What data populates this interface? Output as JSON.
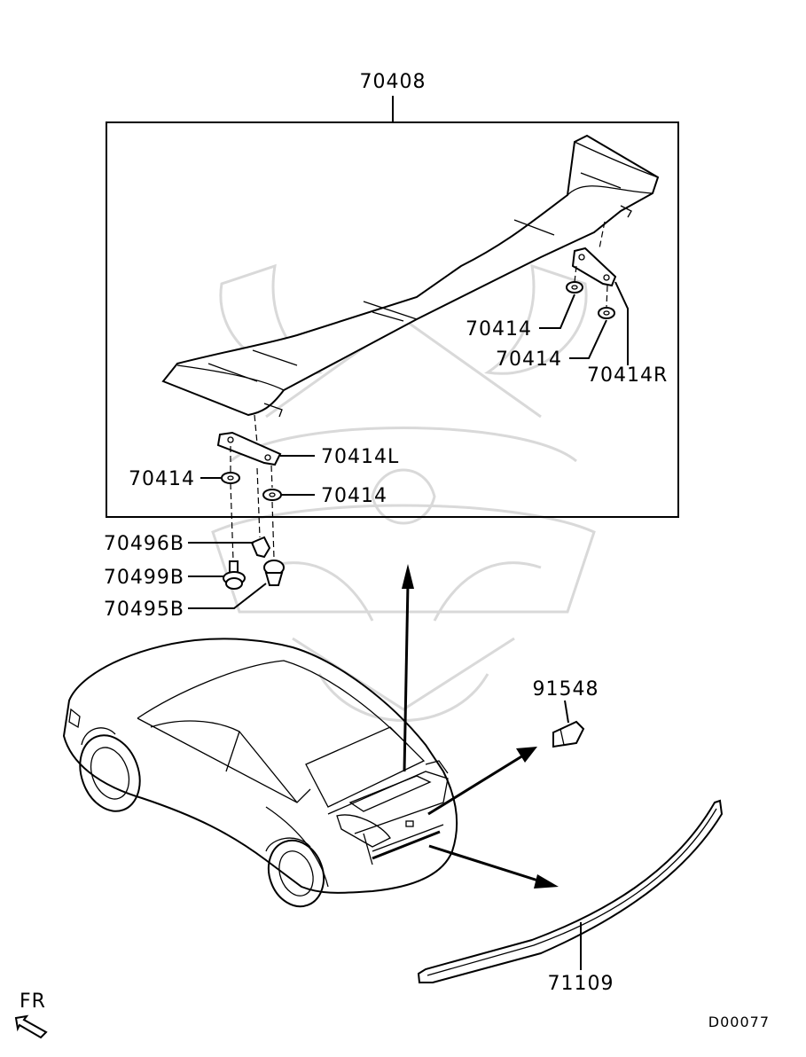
{
  "diagram": {
    "callouts": {
      "spoiler": "70408",
      "gasket_a": "70414",
      "gasket_b": "70414",
      "gasket_c": "70414",
      "gasket_d": "70414",
      "bracket_r": "70414R",
      "bracket_l": "70414L",
      "clip": "70496B",
      "nut": "70499B",
      "grommet": "70495B",
      "cap": "91548",
      "garnish": "71109"
    },
    "front_indicator": "FR",
    "drawing_number": "D00077"
  }
}
